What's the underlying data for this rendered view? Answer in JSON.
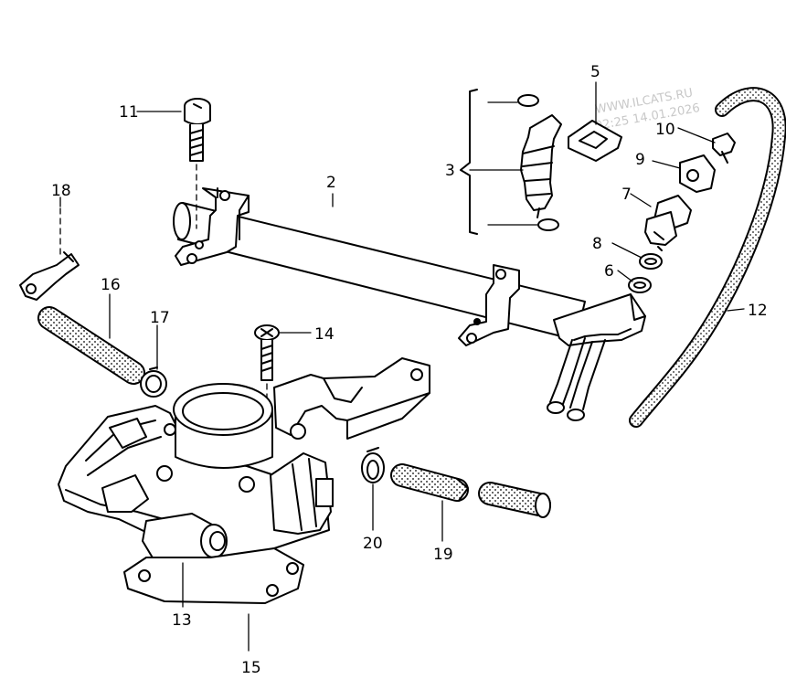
{
  "diagram": {
    "title": "Fuel rail and throttle body parts diagram",
    "watermark": {
      "site": "WWW.ILCATS.RU",
      "timestamp": "02:25 14.01.2026"
    },
    "callouts": [
      {
        "id": "c2",
        "label": "2",
        "part": "fuel-rail"
      },
      {
        "id": "c3",
        "label": "3",
        "part": "injector-assembly"
      },
      {
        "id": "c5",
        "label": "5",
        "part": "injector-clip"
      },
      {
        "id": "c6",
        "label": "6",
        "part": "o-ring"
      },
      {
        "id": "c7",
        "label": "7",
        "part": "pressure-regulator"
      },
      {
        "id": "c8",
        "label": "8",
        "part": "o-ring"
      },
      {
        "id": "c9",
        "label": "9",
        "part": "retaining-clip"
      },
      {
        "id": "c10",
        "label": "10",
        "part": "screw"
      },
      {
        "id": "c11",
        "label": "11",
        "part": "screw"
      },
      {
        "id": "c12",
        "label": "12",
        "part": "vacuum-hose"
      },
      {
        "id": "c13",
        "label": "13",
        "part": "throttle-body"
      },
      {
        "id": "c14",
        "label": "14",
        "part": "screw"
      },
      {
        "id": "c15",
        "label": "15",
        "part": "gasket"
      },
      {
        "id": "c16",
        "label": "16",
        "part": "hose"
      },
      {
        "id": "c17",
        "label": "17",
        "part": "hose-clamp"
      },
      {
        "id": "c18",
        "label": "18",
        "part": "connector"
      },
      {
        "id": "c19",
        "label": "19",
        "part": "hose"
      },
      {
        "id": "c20",
        "label": "20",
        "part": "hose-clamp"
      }
    ]
  }
}
